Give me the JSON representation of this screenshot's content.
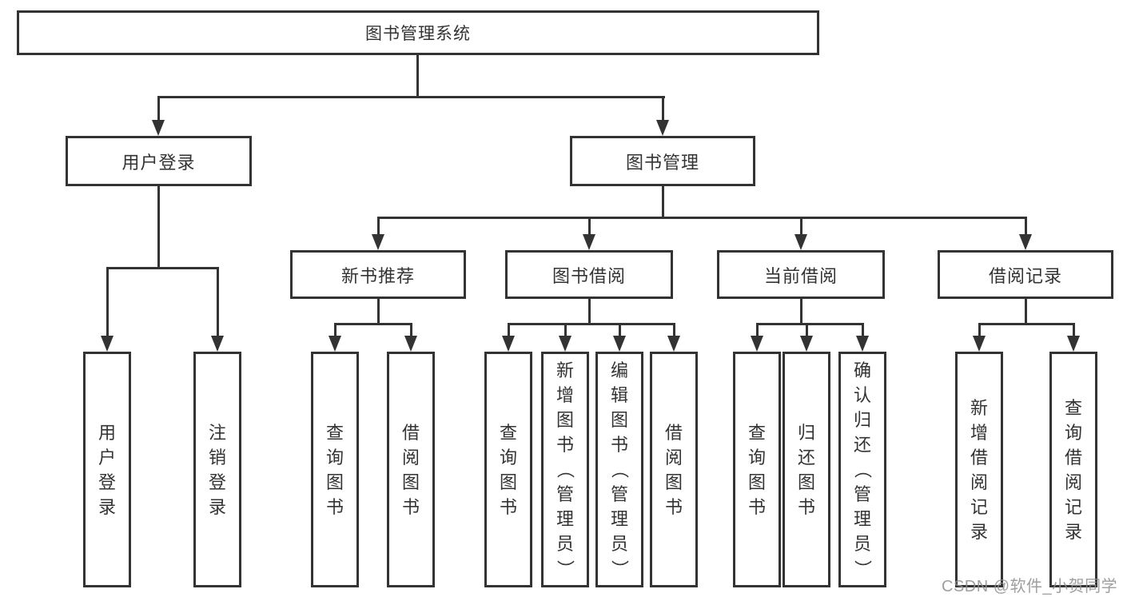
{
  "diagram": {
    "title": "图书管理系统",
    "root": {
      "label": "图书管理系统"
    },
    "level2": [
      {
        "id": "user-login",
        "label": "用户登录"
      },
      {
        "id": "book-management",
        "label": "图书管理"
      }
    ],
    "level3": [
      {
        "id": "new-book-recommend",
        "parent": "图书管理",
        "label": "新书推荐"
      },
      {
        "id": "book-borrowing",
        "parent": "图书管理",
        "label": "图书借阅"
      },
      {
        "id": "current-borrowing",
        "parent": "图书管理",
        "label": "当前借阅"
      },
      {
        "id": "borrowing-records",
        "parent": "图书管理",
        "label": "借阅记录"
      }
    ],
    "leaves": [
      {
        "parent": "用户登录",
        "label": "用户登录"
      },
      {
        "parent": "用户登录",
        "label": "注销登录"
      },
      {
        "parent": "新书推荐",
        "label": "查询图书"
      },
      {
        "parent": "新书推荐",
        "label": "借阅图书"
      },
      {
        "parent": "图书借阅",
        "label": "查询图书"
      },
      {
        "parent": "图书借阅",
        "label": "新增图书（管理员）"
      },
      {
        "parent": "图书借阅",
        "label": "编辑图书（管理员）"
      },
      {
        "parent": "图书借阅",
        "label": "借阅图书"
      },
      {
        "parent": "当前借阅",
        "label": "查询图书"
      },
      {
        "parent": "当前借阅",
        "label": "归还图书"
      },
      {
        "parent": "当前借阅",
        "label": "确认归还（管理员）"
      },
      {
        "parent": "借阅记录",
        "label": "新增借阅记录"
      },
      {
        "parent": "借阅记录",
        "label": "查询借阅记录"
      }
    ]
  },
  "watermark": {
    "text": "CSDN @软件_小贺同学"
  },
  "colors": {
    "line": "#333333",
    "text": "#333333",
    "background": "#ffffff",
    "watermark": "#8f8f8f"
  }
}
